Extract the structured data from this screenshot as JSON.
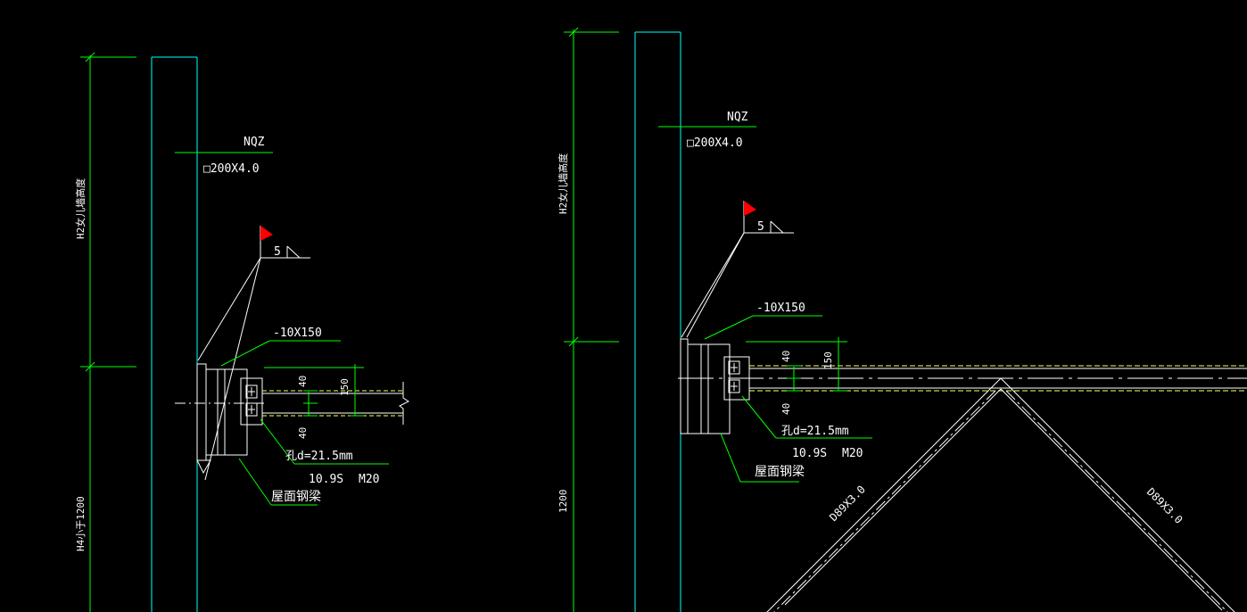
{
  "colors": {
    "background": "#000000",
    "dimension": "#00ff00",
    "column": "#00ffff",
    "leader": "#ffffff",
    "beam_hidden": "#ffff66",
    "weld_flag": "#ff0000"
  },
  "left_detail": {
    "member_name": "NQZ",
    "section": "□200X4.0",
    "weld_size": "5",
    "plate": "-10X150",
    "dim_small_1": "40",
    "dim_small_2": "40",
    "dim_large": "150",
    "hole": "孔d=21.5mm",
    "bolt_grade": "10.9S",
    "bolt_size": "M20",
    "beam_label": "屋面钢梁",
    "dim_vertical_top": "H2女儿墙高度",
    "dim_vertical_bottom": "H4小于1200"
  },
  "right_detail": {
    "member_name": "NQZ",
    "section": "□200X4.0",
    "weld_size": "5",
    "plate": "-10X150",
    "dim_small_1": "40",
    "dim_small_2": "40",
    "dim_large": "150",
    "hole": "孔d=21.5mm",
    "bolt_grade": "10.9S",
    "bolt_size": "M20",
    "beam_label": "屋面钢梁",
    "dim_vertical_top": "H2女儿墙高度",
    "dim_vertical_bottom": "1200",
    "brace_left": "D89X3.0",
    "brace_right": "D89X3.0"
  }
}
